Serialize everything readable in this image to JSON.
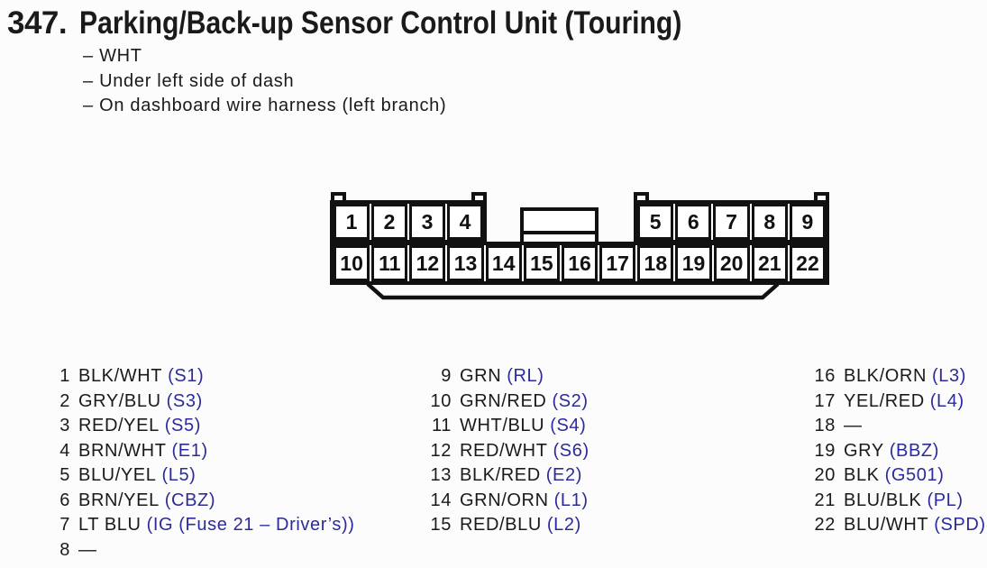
{
  "header": {
    "section_number": "347.",
    "title": "Parking/Back-up Sensor Control Unit (Touring)"
  },
  "notes": [
    "– WHT",
    "– Under left side of dash",
    "– On dashboard wire harness (left branch)"
  ],
  "connector": {
    "top_left_pins": [
      "1",
      "2",
      "3",
      "4"
    ],
    "top_right_pins": [
      "5",
      "6",
      "7",
      "8",
      "9"
    ],
    "bottom_pins": [
      "10",
      "11",
      "12",
      "13",
      "14",
      "15",
      "16",
      "17",
      "18",
      "19",
      "20",
      "21",
      "22"
    ]
  },
  "pins": {
    "col1": [
      {
        "n": "1",
        "wire": "BLK/WHT",
        "code": "(S1)"
      },
      {
        "n": "2",
        "wire": "GRY/BLU",
        "code": "(S3)"
      },
      {
        "n": "3",
        "wire": "RED/YEL",
        "code": "(S5)"
      },
      {
        "n": "4",
        "wire": "BRN/WHT",
        "code": "(E1)"
      },
      {
        "n": "5",
        "wire": "BLU/YEL",
        "code": "(L5)"
      },
      {
        "n": "6",
        "wire": "BRN/YEL",
        "code": "(CBZ)"
      },
      {
        "n": "7",
        "wire": "LT BLU",
        "code": "(IG (Fuse 21 – Driver’s))"
      },
      {
        "n": "8",
        "wire": "—",
        "code": ""
      }
    ],
    "col2": [
      {
        "n": "9",
        "wire": "GRN",
        "code": "(RL)"
      },
      {
        "n": "10",
        "wire": "GRN/RED",
        "code": "(S2)"
      },
      {
        "n": "11",
        "wire": "WHT/BLU",
        "code": "(S4)"
      },
      {
        "n": "12",
        "wire": "RED/WHT",
        "code": "(S6)"
      },
      {
        "n": "13",
        "wire": "BLK/RED",
        "code": "(E2)"
      },
      {
        "n": "14",
        "wire": "GRN/ORN",
        "code": "(L1)"
      },
      {
        "n": "15",
        "wire": "RED/BLU",
        "code": "(L2)"
      }
    ],
    "col3": [
      {
        "n": "16",
        "wire": "BLK/ORN",
        "code": "(L3)"
      },
      {
        "n": "17",
        "wire": "YEL/RED",
        "code": "(L4)"
      },
      {
        "n": "18",
        "wire": "—",
        "code": ""
      },
      {
        "n": "19",
        "wire": "GRY",
        "code": "(BBZ)"
      },
      {
        "n": "20",
        "wire": "BLK",
        "code": "(G501)"
      },
      {
        "n": "21",
        "wire": "BLU/BLK",
        "code": "(PL)"
      },
      {
        "n": "22",
        "wire": "BLU/WHT",
        "code": "(SPD)"
      }
    ]
  },
  "colors": {
    "text_black": "#1a1a1a",
    "code_blue": "#2b2b9b",
    "line_black": "#111111"
  }
}
